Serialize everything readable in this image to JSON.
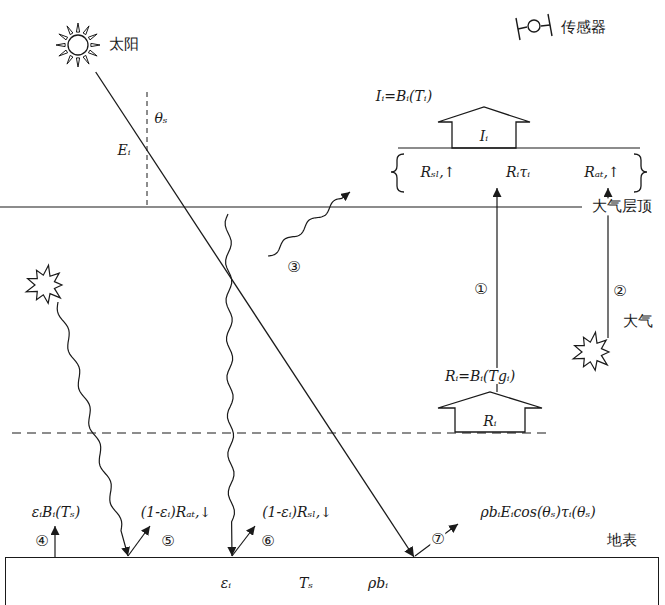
{
  "diagram": {
    "nodes": [
      {
        "text": [
          "太阳"
        ]
      },
      {
        "text": [
          "传感器"
        ]
      },
      {
        "text": [
          "εᵢ",
          "Tₛ",
          "ρbᵢ",
          "地表"
        ]
      }
    ],
    "edges": [
      {
        "from": 0,
        "to": 2,
        "arrow": "to",
        "label": "Eᵢ"
      }
    ],
    "labels": [
      "θₛ",
      "Iᵢ=Bᵢ(Tᵢ)",
      "Iᵢ",
      "Rₛₗ,↑",
      "Rᵢτᵢ",
      "Rₐₜ,↑",
      "大气层顶",
      "③",
      "①",
      "②",
      "大气",
      "Rᵢ=Bᵢ(Tgᵢ)",
      "Rᵢ",
      "εᵢBᵢ(Tₛ)",
      "(1-εᵢ)Rₐₜ,↓",
      "(1-εᵢ)Rₛₗ,↓",
      "ρbᵢEᵢcos(θₛ)τᵢ(θₛ)",
      "④",
      "⑤",
      "⑥",
      "⑦"
    ]
  }
}
